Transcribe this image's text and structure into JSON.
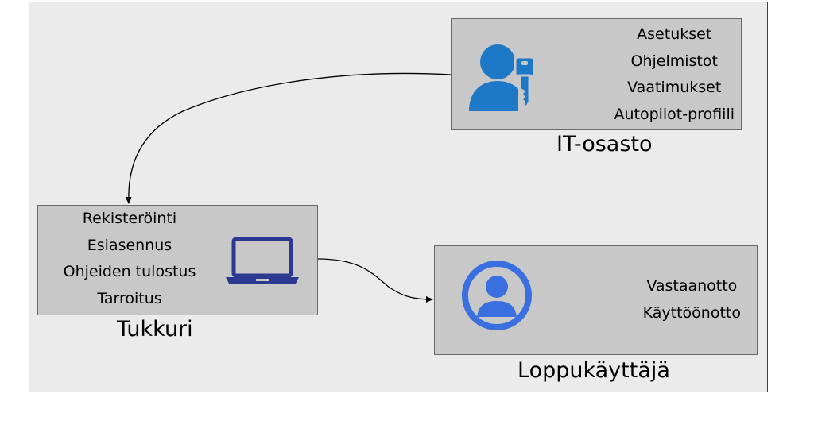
{
  "diagram": {
    "it_department": {
      "items": [
        "Asetukset",
        "Ohjelmistot",
        "Vaatimukset",
        "Autopilot-profiili"
      ],
      "caption": "IT-osasto",
      "icon": "user-key-icon"
    },
    "reseller": {
      "items": [
        "Rekisteröinti",
        "Esiasennus",
        "Ohjeiden tulostus",
        "Tarroitus"
      ],
      "caption": "Tukkuri",
      "icon": "laptop-icon"
    },
    "end_user": {
      "items": [
        "Vastaanotto",
        "Käyttöönotto"
      ],
      "caption": "Loppukäyttäjä",
      "icon": "user-circle-icon"
    },
    "colors": {
      "background": "#ebebeb",
      "box_fill": "#c8c8c8",
      "user_key_icon": "#1e78c8",
      "laptop_icon": "#2b3990",
      "user_circle_icon": "#3a6fe0"
    }
  }
}
